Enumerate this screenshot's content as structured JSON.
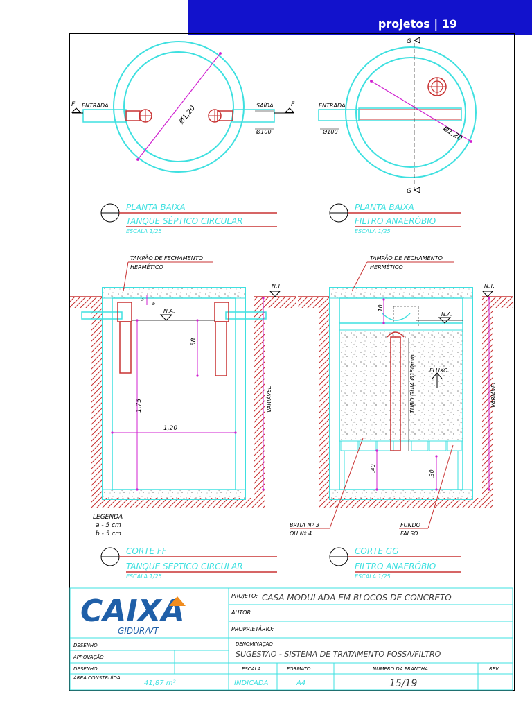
{
  "page": {
    "header": "projetos | 19"
  },
  "plan_left": {
    "title": "PLANTA BAIXA",
    "subtitle": "TANQUE SÉPTICO CIRCULAR",
    "scale": "ESCALA 1/25",
    "entrada": "ENTRADA",
    "saida": "SAÍDA",
    "diam": "Ø1,20",
    "pipe": "Ø100",
    "sec_f": "F"
  },
  "plan_right": {
    "title": "PLANTA BAIXA",
    "subtitle": "FILTRO ANAERÓBIO",
    "scale": "ESCALA 1/25",
    "entrada": "ENTRADA",
    "diam": "Ø1,20",
    "pipe": "Ø100",
    "sec_g": "G"
  },
  "section_left": {
    "title": "CORTE FF",
    "subtitle": "TANQUE SÉPTICO CIRCULAR",
    "scale": "ESCALA 1/25",
    "lid_1": "TAMPÃO DE FECHAMENTO",
    "lid_2": "HERMÉTICO",
    "nt": "N.T.",
    "na": "N.A.",
    "dim_58": ".58",
    "dim_175": "1,75",
    "dim_120": "1,20",
    "variavel": "VARIÁVEL",
    "dim_a": "a",
    "dim_b": "b"
  },
  "legend": {
    "title": "LEGENDA",
    "a": "a - 5 cm",
    "b": "b - 5 cm"
  },
  "section_right": {
    "title": "CORTE GG",
    "subtitle": "FILTRO ANAERÓBIO",
    "scale": "ESCALA 1/25",
    "lid_1": "TAMPÃO DE FECHAMENTO",
    "lid_2": "HERMÉTICO",
    "nt": "N.T.",
    "na": "N.A.",
    "dim_10": ".10",
    "tubo": "TUBO GUIA Ø150mm",
    "fluxo": "FLUXO",
    "dim_40": ".40",
    "dim_30": ".30",
    "variavel": "VARIÁVEL",
    "brita_1": "BRITA Nº 3",
    "brita_2": "OU Nº 4",
    "fundo_1": "FUNDO",
    "fundo_2": "FALSO"
  },
  "title_block": {
    "logo": "CAIXA",
    "logo_sub": "GIDUR/VT",
    "projeto_label": "PROJETO:",
    "projeto_value": "CASA MODULADA EM BLOCOS DE CONCRETO",
    "autor_label": "AUTOR:",
    "proprietario_label": "PROPRIETÁRIO:",
    "desenho1": "DESENHO",
    "aprovacao": "APROVAÇÃO",
    "desenho2": "DESENHO",
    "area_label": "ÁREA CONSTRUÍDA",
    "area_value": "41,87 m²",
    "denominacao_label": "DENOMINAÇÃO",
    "denominacao_value": "SUGESTÃO - SISTEMA DE TRATAMENTO FOSSA/FILTRO",
    "escala_label": "ESCALA",
    "escala_value": "INDICADA",
    "formato_label": "FORMATO",
    "formato_value": "A4",
    "prancha_label": "NUMERO DA PRANCHA",
    "prancha_value": "15/19",
    "rev_label": "REV"
  },
  "colors": {
    "cyan": "#3ee0e0",
    "magenta": "#d020d0",
    "red": "#c83232",
    "blue": "#1212cc",
    "logo_blue": "#1f5fa8",
    "logo_orange": "#f08c1e"
  }
}
